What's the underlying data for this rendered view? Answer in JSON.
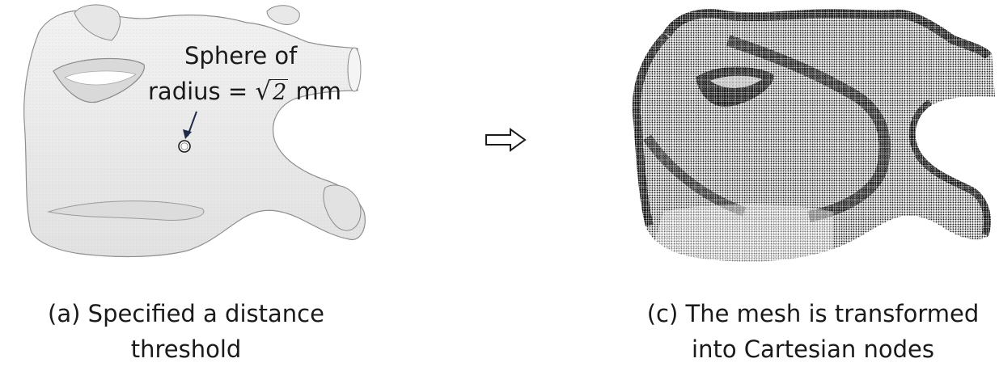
{
  "panel_a": {
    "annotation_line1": "Sphere of",
    "annotation_prefix": "radius = ",
    "annotation_sqrt_symbol": "√",
    "annotation_sqrt_value": "2",
    "annotation_unit": " mm",
    "caption_line1": "(a) Specified a distance",
    "caption_line2": "threshold"
  },
  "panel_c": {
    "caption_line1": "(c) The mesh is transformed",
    "caption_line2": "into Cartesian nodes"
  },
  "colors": {
    "mesh_fill": "#ebebeb",
    "mesh_stroke": "#9a9a9a",
    "node_dark": "#111111",
    "arrow": "#1f2a4a"
  },
  "icons": {
    "transform_arrow": "right-arrow-icon",
    "sphere_marker": "sphere-icon"
  }
}
